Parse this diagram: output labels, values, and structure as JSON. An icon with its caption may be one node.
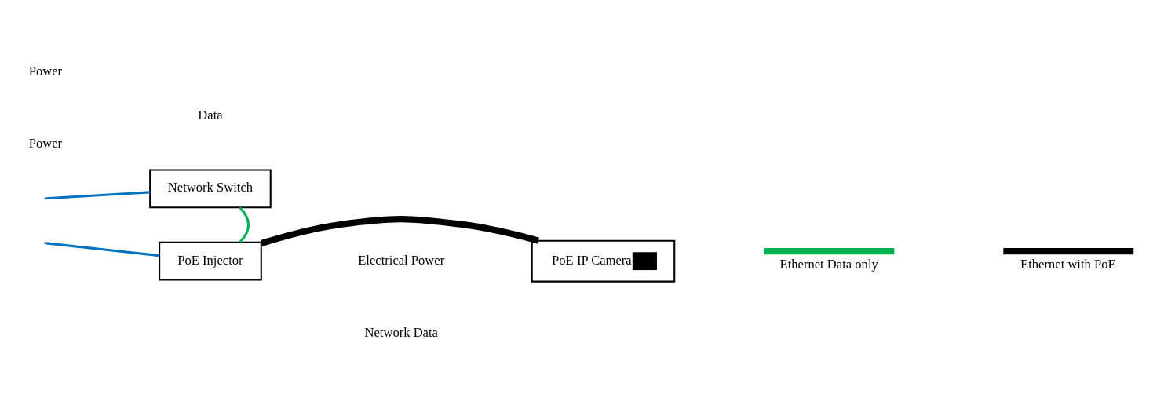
{
  "diagram": {
    "nodes": [
      {
        "text": [
          "Network Switch"
        ]
      },
      {
        "text": [
          "PoE Injector"
        ]
      },
      {
        "text": [
          "PoE IP Camera"
        ]
      }
    ],
    "edges": [
      {
        "from": 0,
        "to": 1,
        "arrow": "none",
        "color": "#00b050"
      },
      {
        "from": 1,
        "to": 2,
        "arrow": "none",
        "style": "thick",
        "color": "#000000"
      },
      {
        "from": null,
        "to": 0,
        "arrow": "none",
        "color": "#0070c0"
      },
      {
        "from": null,
        "to": 1,
        "arrow": "none",
        "color": "#0070c0"
      }
    ],
    "labels": [
      "Power",
      "Power",
      "Data",
      "Electrical Power",
      "Network Data"
    ],
    "legend": [
      {
        "text": "Ethernet Data only"
      },
      {
        "text": "Ethernet with PoE"
      }
    ]
  }
}
